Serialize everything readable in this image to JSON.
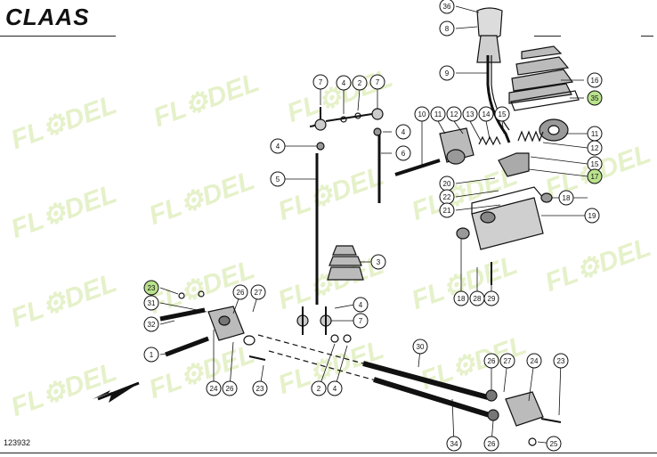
{
  "brand": "CLAAS",
  "document_number": "123932",
  "watermark": "FL⚙DEL",
  "callouts": [
    {
      "id": "c36",
      "label": "36",
      "highlight": false
    },
    {
      "id": "c8",
      "label": "8",
      "highlight": false
    },
    {
      "id": "c16",
      "label": "16",
      "highlight": false
    },
    {
      "id": "c35",
      "label": "35",
      "highlight": true
    },
    {
      "id": "c9",
      "label": "9",
      "highlight": false
    },
    {
      "id": "c11a",
      "label": "11",
      "highlight": false
    },
    {
      "id": "c12a",
      "label": "12",
      "highlight": false
    },
    {
      "id": "c15a",
      "label": "15",
      "highlight": false
    },
    {
      "id": "c17",
      "label": "17",
      "highlight": true
    },
    {
      "id": "c10",
      "label": "10",
      "highlight": false
    },
    {
      "id": "c11b",
      "label": "11",
      "highlight": false
    },
    {
      "id": "c12b",
      "label": "12",
      "highlight": false
    },
    {
      "id": "c13",
      "label": "13",
      "highlight": false
    },
    {
      "id": "c14",
      "label": "14",
      "highlight": false
    },
    {
      "id": "c15b",
      "label": "15",
      "highlight": false
    },
    {
      "id": "c20",
      "label": "20",
      "highlight": false
    },
    {
      "id": "c22",
      "label": "22",
      "highlight": false
    },
    {
      "id": "c21",
      "label": "21",
      "highlight": false
    },
    {
      "id": "c18a",
      "label": "18",
      "highlight": false
    },
    {
      "id": "c19",
      "label": "19",
      "highlight": false
    },
    {
      "id": "c18b",
      "label": "18",
      "highlight": false
    },
    {
      "id": "c28",
      "label": "28",
      "highlight": false
    },
    {
      "id": "c29",
      "label": "29",
      "highlight": false
    },
    {
      "id": "c7a",
      "label": "7",
      "highlight": false
    },
    {
      "id": "c4a",
      "label": "4",
      "highlight": false
    },
    {
      "id": "c2a",
      "label": "2",
      "highlight": false
    },
    {
      "id": "c7b",
      "label": "7",
      "highlight": false
    },
    {
      "id": "c4b",
      "label": "4",
      "highlight": false
    },
    {
      "id": "c4c",
      "label": "4",
      "highlight": false
    },
    {
      "id": "c6",
      "label": "6",
      "highlight": false
    },
    {
      "id": "c5",
      "label": "5",
      "highlight": false
    },
    {
      "id": "c3",
      "label": "3",
      "highlight": false
    },
    {
      "id": "c4d",
      "label": "4",
      "highlight": false
    },
    {
      "id": "c7c",
      "label": "7",
      "highlight": false
    },
    {
      "id": "c23a",
      "label": "23",
      "highlight": true
    },
    {
      "id": "c31",
      "label": "31",
      "highlight": false
    },
    {
      "id": "c26a",
      "label": "26",
      "highlight": false
    },
    {
      "id": "c27a",
      "label": "27",
      "highlight": false
    },
    {
      "id": "c32",
      "label": "32",
      "highlight": false
    },
    {
      "id": "c1",
      "label": "1",
      "highlight": false
    },
    {
      "id": "c24a",
      "label": "24",
      "highlight": false
    },
    {
      "id": "c26b",
      "label": "26",
      "highlight": false
    },
    {
      "id": "c23b",
      "label": "23",
      "highlight": false
    },
    {
      "id": "c2b",
      "label": "2",
      "highlight": false
    },
    {
      "id": "c4e",
      "label": "4",
      "highlight": false
    },
    {
      "id": "c30",
      "label": "30",
      "highlight": false
    },
    {
      "id": "c26c",
      "label": "26",
      "highlight": false
    },
    {
      "id": "c27b",
      "label": "27",
      "highlight": false
    },
    {
      "id": "c24b",
      "label": "24",
      "highlight": false
    },
    {
      "id": "c23c",
      "label": "23",
      "highlight": false
    },
    {
      "id": "c26d",
      "label": "26",
      "highlight": false
    },
    {
      "id": "c25",
      "label": "25",
      "highlight": false
    },
    {
      "id": "c34",
      "label": "34",
      "highlight": false
    }
  ],
  "colors": {
    "line": "#111111",
    "callout_fill": "#ffffff",
    "callout_highlight": "#b9e28c",
    "watermark": "#96c828"
  }
}
